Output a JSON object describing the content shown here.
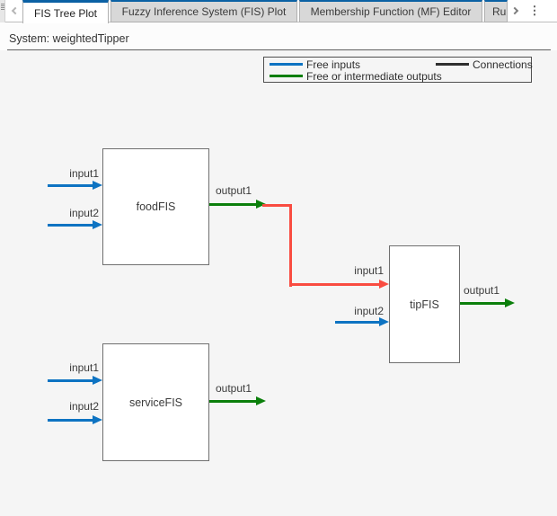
{
  "tabs": [
    {
      "label": "FIS Tree Plot",
      "active": true
    },
    {
      "label": "Fuzzy Inference System (FIS) Plot",
      "active": false
    },
    {
      "label": "Membership Function (MF) Editor",
      "active": false
    },
    {
      "label": "Rule",
      "active": false,
      "clipped": true
    }
  ],
  "icons": {
    "panel_menu": "grip-lines",
    "scroll_left": "chevron-left",
    "scroll_right": "chevron-right",
    "overflow_menu": "⋮"
  },
  "system": {
    "label": "System: weightedTipper"
  },
  "legend": {
    "items": [
      {
        "label": "Free inputs",
        "color_key": "free_input_blue"
      },
      {
        "label": "Free or intermediate outputs",
        "color_key": "free_output_green"
      },
      {
        "label": "Connections",
        "color_key": "connection_black"
      }
    ]
  },
  "diagram": {
    "nodes": [
      {
        "name": "foodFIS",
        "inputs": [
          "input1",
          "input2"
        ],
        "outputs": [
          "output1"
        ]
      },
      {
        "name": "tipFIS",
        "inputs": [
          "input1",
          "input2"
        ],
        "outputs": [
          "output1"
        ]
      },
      {
        "name": "serviceFIS",
        "inputs": [
          "input1",
          "input2"
        ],
        "outputs": [
          "output1"
        ]
      }
    ],
    "connections": [
      {
        "from": "foodFIS/output1",
        "to": "tipFIS/input1",
        "state": "selected"
      }
    ]
  },
  "colors": {
    "accent_blue": "#0b61a4",
    "free_input_blue": "#0d73c2",
    "free_output_green": "#0b7f0b",
    "connection_black": "#2f2f2f",
    "selected_connection_red": "#f94c41",
    "canvas_background": "#f5f5f5"
  }
}
